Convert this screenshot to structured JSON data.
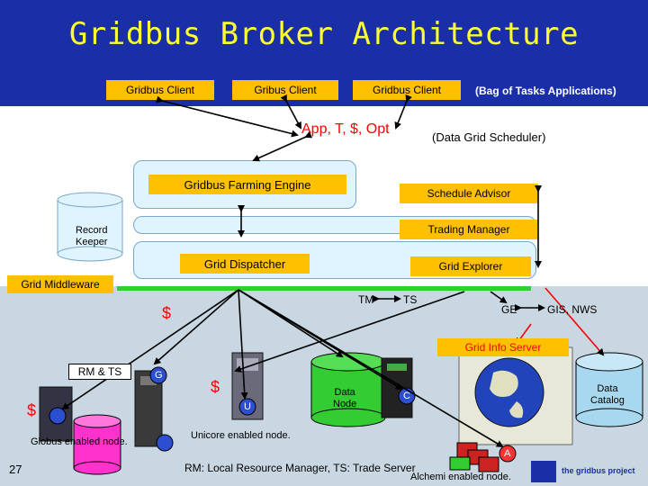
{
  "title": "Gridbus Broker Architecture",
  "clients": [
    "Gridbus Client",
    "Gribus Client",
    "Gridbus Client"
  ],
  "bag_of_tasks": "(Bag of Tasks Applications)",
  "app_t_opt": "App, T, $, Opt",
  "data_grid_scheduler": "(Data Grid Scheduler)",
  "farming_engine": "Gridbus Farming Engine",
  "schedule_advisor": "Schedule Advisor",
  "record_keeper": "Record\nKeeper",
  "trading_manager": "Trading Manager",
  "grid_dispatcher": "Grid Dispatcher",
  "grid_explorer": "Grid Explorer",
  "grid_middleware": "Grid Middleware",
  "tm": "TM",
  "ts": "TS",
  "ge": "GE",
  "gis_nws": "GIS, NWS",
  "dollar": "$",
  "grid_info_server": "Grid Info Server",
  "rm_ts": "RM & TS",
  "g_badge": "G",
  "u_badge": "U",
  "c_badge": "C",
  "a_badge": "A",
  "data_node": "Data\nNode",
  "data_catalog": "Data\nCatalog",
  "globus_node": "Globus enabled node.",
  "unicore_node": "Unicore enabled node.",
  "footnote": "RM: Local Resource Manager, TS: Trade Server",
  "alchemi_node": "Alchemi enabled node.",
  "page_number": "27",
  "logo_text": "the gridbus project",
  "colors": {
    "band": "#1a2ea8",
    "title": "#ffff33",
    "box": "#ffc000",
    "panel": "#e0f4ff",
    "middleware": "#33cc33",
    "catalog": "#a8d8f0",
    "pink": "#ff33cc"
  }
}
